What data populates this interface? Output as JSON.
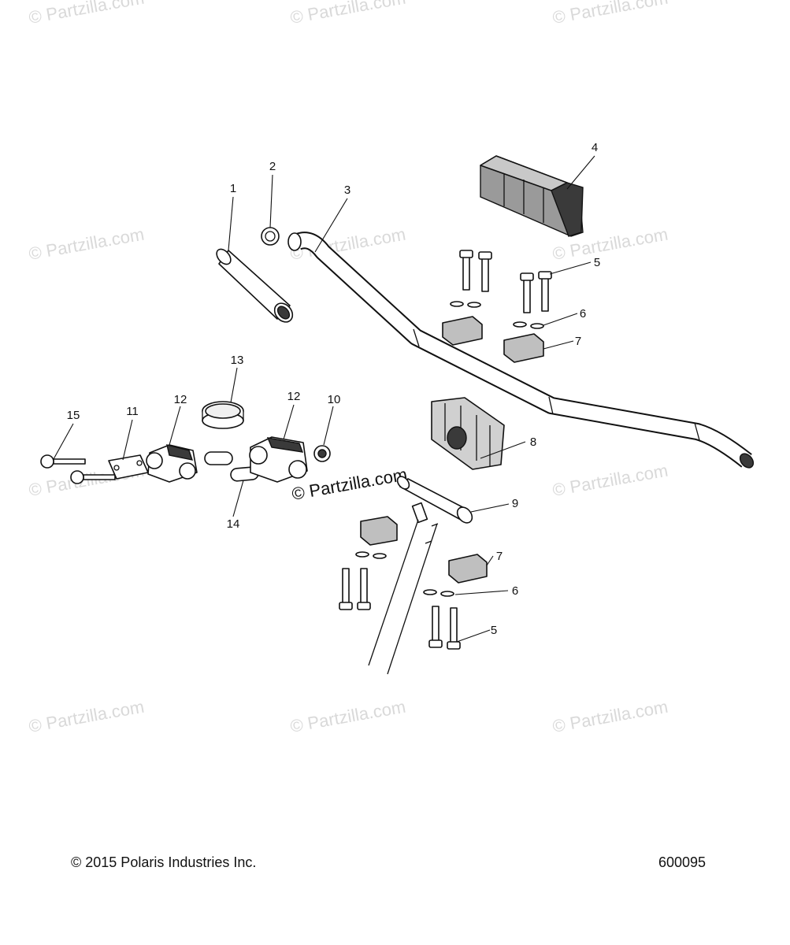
{
  "watermark_text": "© Partzilla.com",
  "callouts": {
    "c1": "1",
    "c2": "2",
    "c3": "3",
    "c4": "4",
    "c5a": "5",
    "c6a": "6",
    "c7a": "7",
    "c8": "8",
    "c9": "9",
    "c7b": "7",
    "c6b": "6",
    "c5b": "5",
    "c10": "10",
    "c11": "11",
    "c12a": "12",
    "c12b": "12",
    "c13": "13",
    "c14": "14",
    "c15": "15"
  },
  "footer": {
    "copyright": "© 2015 Polaris Industries Inc.",
    "diagram_id": "600095"
  }
}
